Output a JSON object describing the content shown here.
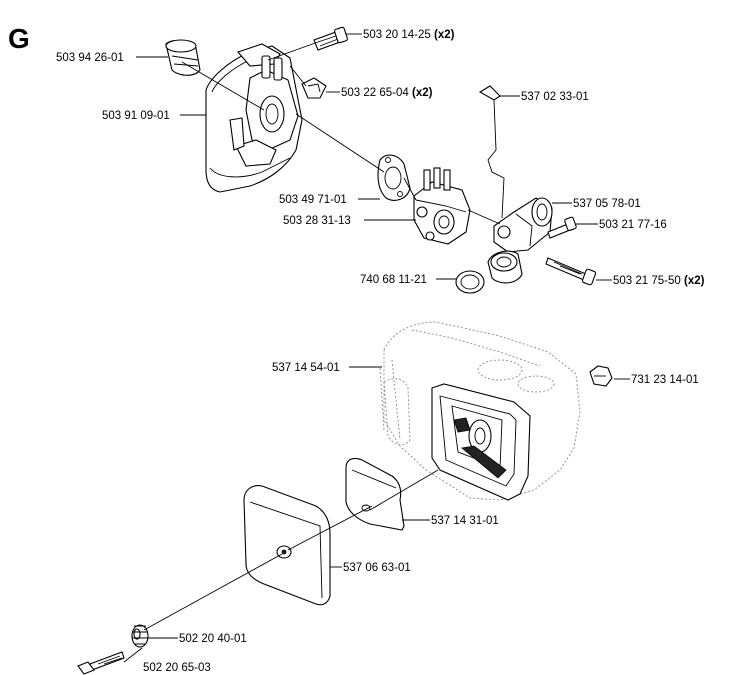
{
  "section": {
    "letter": "G"
  },
  "parts": [
    {
      "id": "p1",
      "number": "503 94 26-01",
      "qty": ""
    },
    {
      "id": "p2",
      "number": "503 20 14-25",
      "qty": "(x2)"
    },
    {
      "id": "p3",
      "number": "503 22 65-04",
      "qty": "(x2)"
    },
    {
      "id": "p4",
      "number": "503 91 09-01",
      "qty": ""
    },
    {
      "id": "p5",
      "number": "537 02 33-01",
      "qty": ""
    },
    {
      "id": "p6",
      "number": "503 49 71-01",
      "qty": ""
    },
    {
      "id": "p7",
      "number": "537 05 78-01",
      "qty": ""
    },
    {
      "id": "p8",
      "number": "503 28 31-13",
      "qty": ""
    },
    {
      "id": "p9",
      "number": "503 21 77-16",
      "qty": ""
    },
    {
      "id": "p10",
      "number": "740 68 11-21",
      "qty": ""
    },
    {
      "id": "p11",
      "number": "503 21 75-50",
      "qty": "(x2)"
    },
    {
      "id": "p12",
      "number": "537 14 54-01",
      "qty": ""
    },
    {
      "id": "p13",
      "number": "731 23 14-01",
      "qty": ""
    },
    {
      "id": "p14",
      "number": "537 14 31-01",
      "qty": ""
    },
    {
      "id": "p15",
      "number": "537 06 63-01",
      "qty": ""
    },
    {
      "id": "p16",
      "number": "502 20 40-01",
      "qty": ""
    },
    {
      "id": "p17",
      "number": "502 20 65-03",
      "qty": ""
    }
  ]
}
